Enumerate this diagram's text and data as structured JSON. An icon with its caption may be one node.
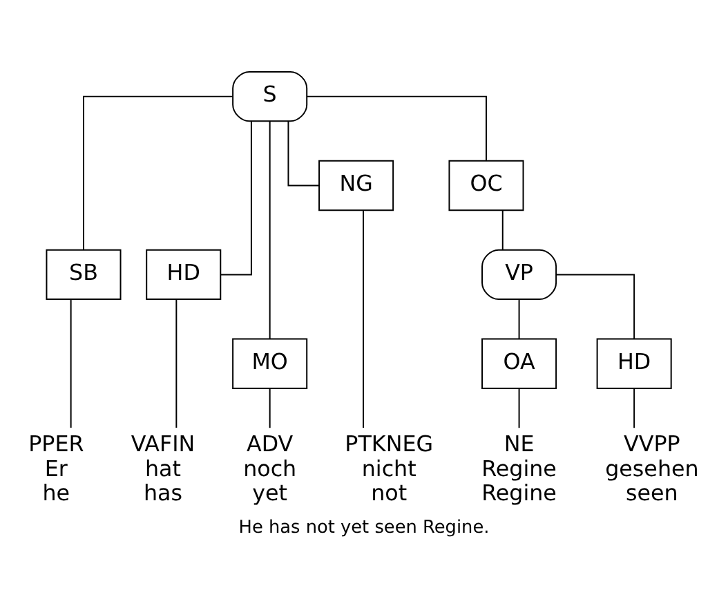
{
  "diagram": {
    "caption": "He has not yet seen Regine.",
    "nodes": [
      {
        "text": [
          "S"
        ]
      },
      {
        "text": [
          "SB"
        ]
      },
      {
        "text": [
          "HD"
        ]
      },
      {
        "text": [
          "MO"
        ]
      },
      {
        "text": [
          "NG"
        ]
      },
      {
        "text": [
          "OC"
        ]
      },
      {
        "text": [
          "VP"
        ]
      },
      {
        "text": [
          "OA"
        ]
      },
      {
        "text": [
          "HD"
        ]
      },
      {
        "text": [
          "PPER",
          "Er",
          "he"
        ]
      },
      {
        "text": [
          "VAFIN",
          "hat",
          "has"
        ]
      },
      {
        "text": [
          "ADV",
          "noch",
          "yet"
        ]
      },
      {
        "text": [
          "PTKNEG",
          "nicht",
          "not"
        ]
      },
      {
        "text": [
          "NE",
          "Regine",
          "Regine"
        ]
      },
      {
        "text": [
          "VVPP",
          "gesehen",
          "seen"
        ]
      }
    ],
    "edges": [
      {
        "from": 0,
        "to": 1,
        "arrow": "none"
      },
      {
        "from": 0,
        "to": 2,
        "arrow": "none"
      },
      {
        "from": 0,
        "to": 3,
        "arrow": "none"
      },
      {
        "from": 0,
        "to": 4,
        "arrow": "none"
      },
      {
        "from": 0,
        "to": 5,
        "arrow": "none"
      },
      {
        "from": 5,
        "to": 6,
        "arrow": "none"
      },
      {
        "from": 6,
        "to": 7,
        "arrow": "none"
      },
      {
        "from": 6,
        "to": 8,
        "arrow": "none"
      },
      {
        "from": 1,
        "to": 9,
        "arrow": "none"
      },
      {
        "from": 2,
        "to": 10,
        "arrow": "none"
      },
      {
        "from": 3,
        "to": 11,
        "arrow": "none"
      },
      {
        "from": 4,
        "to": 12,
        "arrow": "none"
      },
      {
        "from": 7,
        "to": 13,
        "arrow": "none"
      },
      {
        "from": 8,
        "to": 14,
        "arrow": "none"
      }
    ]
  }
}
